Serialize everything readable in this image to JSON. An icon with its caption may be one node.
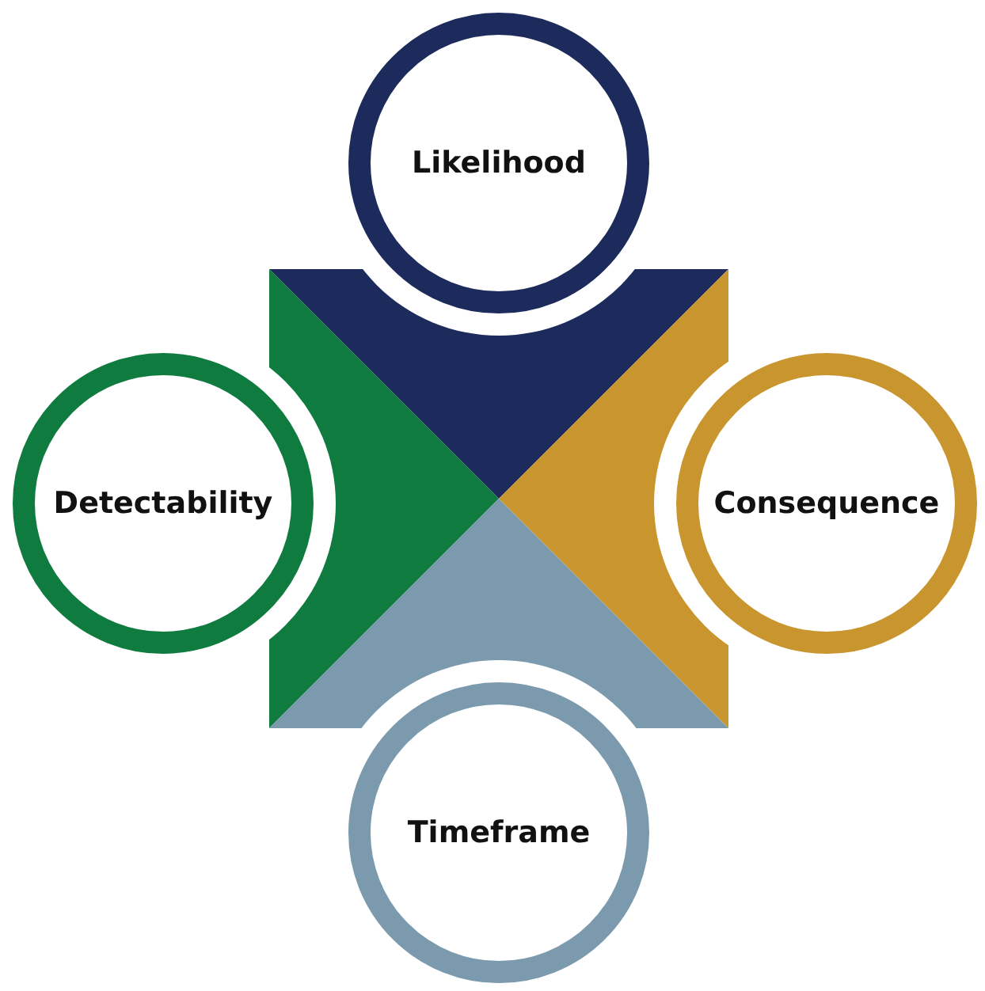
{
  "diagram": {
    "nodes": [
      {
        "text": [
          "Likelihood"
        ]
      },
      {
        "text": [
          "Detectability"
        ]
      },
      {
        "text": [
          "Consequence"
        ]
      },
      {
        "text": [
          "Timeframe"
        ]
      }
    ]
  }
}
